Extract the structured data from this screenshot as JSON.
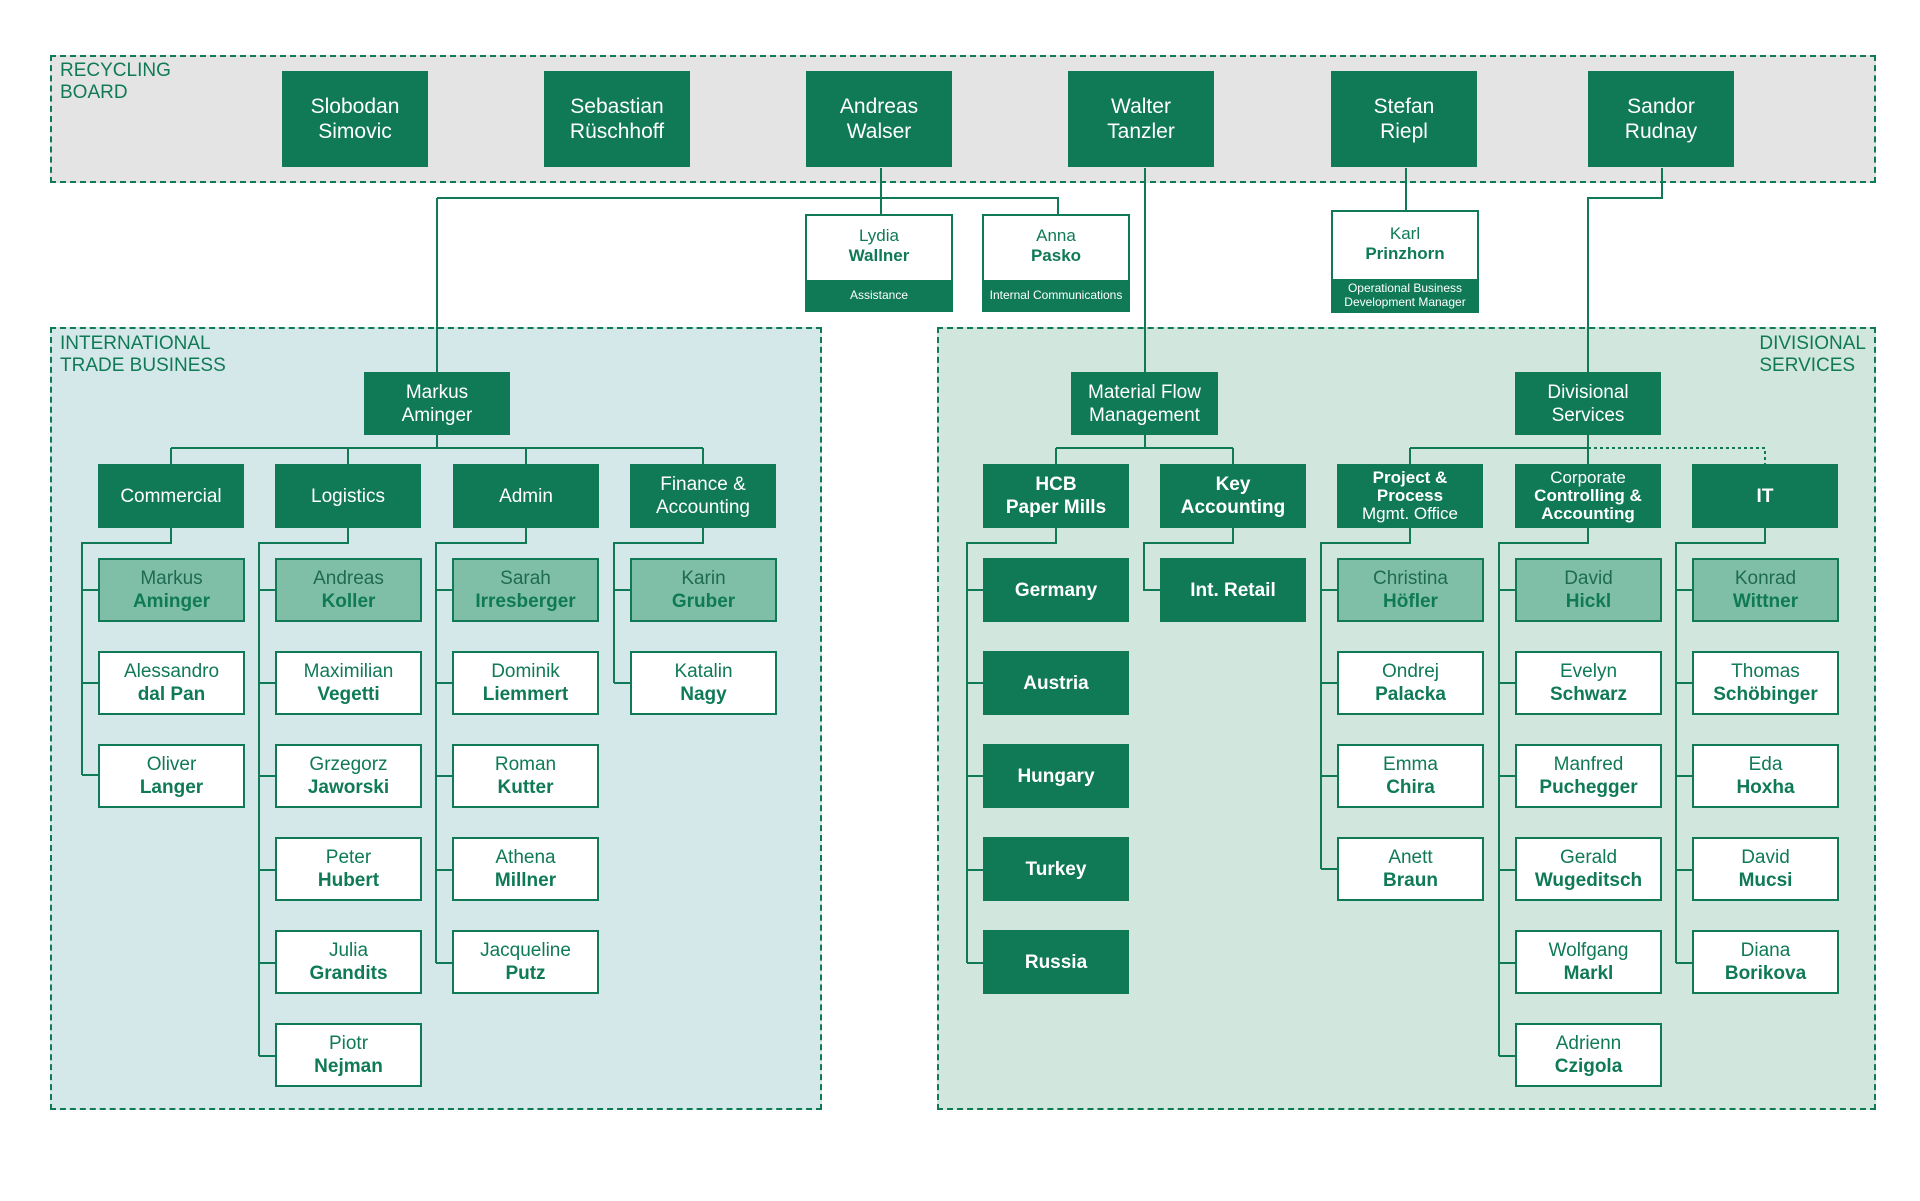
{
  "regions": {
    "board_label": "RECYCLING\nBOARD",
    "itb_label": "INTERNATIONAL\nTRADE BUSINESS",
    "ds_label": "DIVISIONAL\nSERVICES"
  },
  "board": [
    {
      "first": "Slobodan",
      "last": "Simovic"
    },
    {
      "first": "Sebastian",
      "last": "Rüschhoff"
    },
    {
      "first": "Andreas",
      "last": "Walser"
    },
    {
      "first": "Walter",
      "last": "Tanzler"
    },
    {
      "first": "Stefan",
      "last": "Riepl"
    },
    {
      "first": "Sandor",
      "last": "Rudnay"
    }
  ],
  "assistants": [
    {
      "first": "Lydia",
      "last": "Wallner",
      "role": "Assistance"
    },
    {
      "first": "Anna",
      "last": "Pasko",
      "role": "Internal Communications"
    },
    {
      "first": "Karl",
      "last": "Prinzhorn",
      "role1": "Operational Business",
      "role2": "Development Manager"
    }
  ],
  "itb": {
    "head": {
      "first": "Markus",
      "last": "Aminger"
    },
    "departments": [
      {
        "name": "Commercial",
        "people": [
          {
            "first": "Markus",
            "last": "Aminger"
          },
          {
            "first": "Alessandro",
            "last": "dal Pan"
          },
          {
            "first": "Oliver",
            "last": "Langer"
          }
        ]
      },
      {
        "name": "Logistics",
        "people": [
          {
            "first": "Andreas",
            "last": "Koller"
          },
          {
            "first": "Maximilian",
            "last": "Vegetti"
          },
          {
            "first": "Grzegorz",
            "last": "Jaworski"
          },
          {
            "first": "Peter",
            "last": "Hubert"
          },
          {
            "first": "Julia",
            "last": "Grandits"
          },
          {
            "first": "Piotr",
            "last": "Nejman"
          }
        ]
      },
      {
        "name": "Admin",
        "people": [
          {
            "first": "Sarah",
            "last": "Irresberger"
          },
          {
            "first": "Dominik",
            "last": "Liemmert"
          },
          {
            "first": "Roman",
            "last": "Kutter"
          },
          {
            "first": "Athena",
            "last": "Millner"
          },
          {
            "first": "Jacqueline",
            "last": "Putz"
          }
        ]
      },
      {
        "name1": "Finance &",
        "name2": "Accounting",
        "people": [
          {
            "first": "Karin",
            "last": "Gruber"
          },
          {
            "first": "Katalin",
            "last": "Nagy"
          }
        ]
      }
    ]
  },
  "mfm": {
    "head1": "Material Flow",
    "head2": "Management",
    "hcb1": "HCB",
    "hcb2": "Paper Mills",
    "countries": [
      "Germany",
      "Austria",
      "Hungary",
      "Turkey",
      "Russia"
    ],
    "key1": "Key",
    "key2": "Accounting",
    "int_retail": "Int. Retail"
  },
  "ds": {
    "head1": "Divisional",
    "head2": "Services",
    "pm": {
      "l1": "Project &",
      "l2": "Process",
      "l3": "Mgmt. Office",
      "people": [
        {
          "first": "Christina",
          "last": "Höfler"
        },
        {
          "first": "Ondrej",
          "last": "Palacka"
        },
        {
          "first": "Emma",
          "last": "Chira"
        },
        {
          "first": "Anett",
          "last": "Braun"
        }
      ]
    },
    "cca": {
      "l1": "Corporate",
      "l2": "Controlling &",
      "l3": "Accounting",
      "people": [
        {
          "first": "David",
          "last": "Hickl"
        },
        {
          "first": "Evelyn",
          "last": "Schwarz"
        },
        {
          "first": "Manfred",
          "last": "Puchegger"
        },
        {
          "first": "Gerald",
          "last": "Wugeditsch"
        },
        {
          "first": "Wolfgang",
          "last": "Markl"
        },
        {
          "first": "Adrienn",
          "last": "Czigola"
        }
      ]
    },
    "it": {
      "name": "IT",
      "people": [
        {
          "first": "Konrad",
          "last": "Wittner"
        },
        {
          "first": "Thomas",
          "last": "Schöbinger"
        },
        {
          "first": "Eda",
          "last": "Hoxha"
        },
        {
          "first": "David",
          "last": "Mucsi"
        },
        {
          "first": "Diana",
          "last": "Borikova"
        }
      ]
    }
  }
}
